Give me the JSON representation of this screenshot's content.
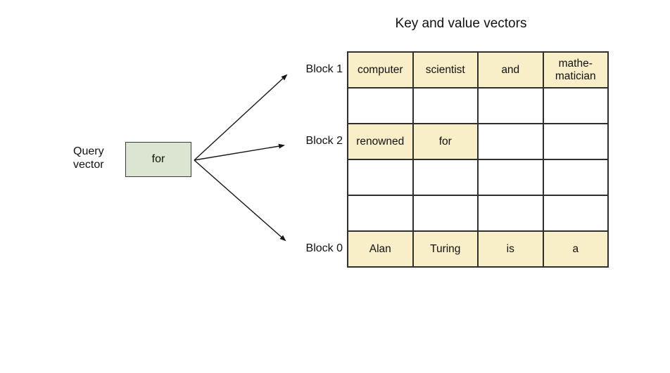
{
  "title": "Key and value vectors",
  "query": {
    "label": "Query vector",
    "value": "for"
  },
  "blocks": [
    {
      "label": "Block 1"
    },
    {
      "label": "Block 2"
    },
    {
      "label": "Block 0"
    }
  ],
  "table": {
    "rows": [
      {
        "cells": [
          "computer",
          "scientist",
          "and",
          "mathe-matician"
        ],
        "highlighted": [
          true,
          true,
          true,
          true
        ]
      },
      {
        "cells": [
          "",
          "",
          "",
          ""
        ],
        "highlighted": [
          false,
          false,
          false,
          false
        ]
      },
      {
        "cells": [
          "renowned",
          "for",
          "",
          ""
        ],
        "highlighted": [
          true,
          true,
          false,
          false
        ]
      },
      {
        "cells": [
          "",
          "",
          "",
          ""
        ],
        "highlighted": [
          false,
          false,
          false,
          false
        ]
      },
      {
        "cells": [
          "",
          "",
          "",
          ""
        ],
        "highlighted": [
          false,
          false,
          false,
          false
        ]
      },
      {
        "cells": [
          "Alan",
          "Turing",
          "is",
          "a"
        ],
        "highlighted": [
          true,
          true,
          true,
          true
        ]
      }
    ]
  },
  "colors": {
    "cell_highlight": "#F8EEC7",
    "query_box": "#DBE5D2",
    "table_border": "#2F2F2F",
    "arrow": "#161616"
  }
}
